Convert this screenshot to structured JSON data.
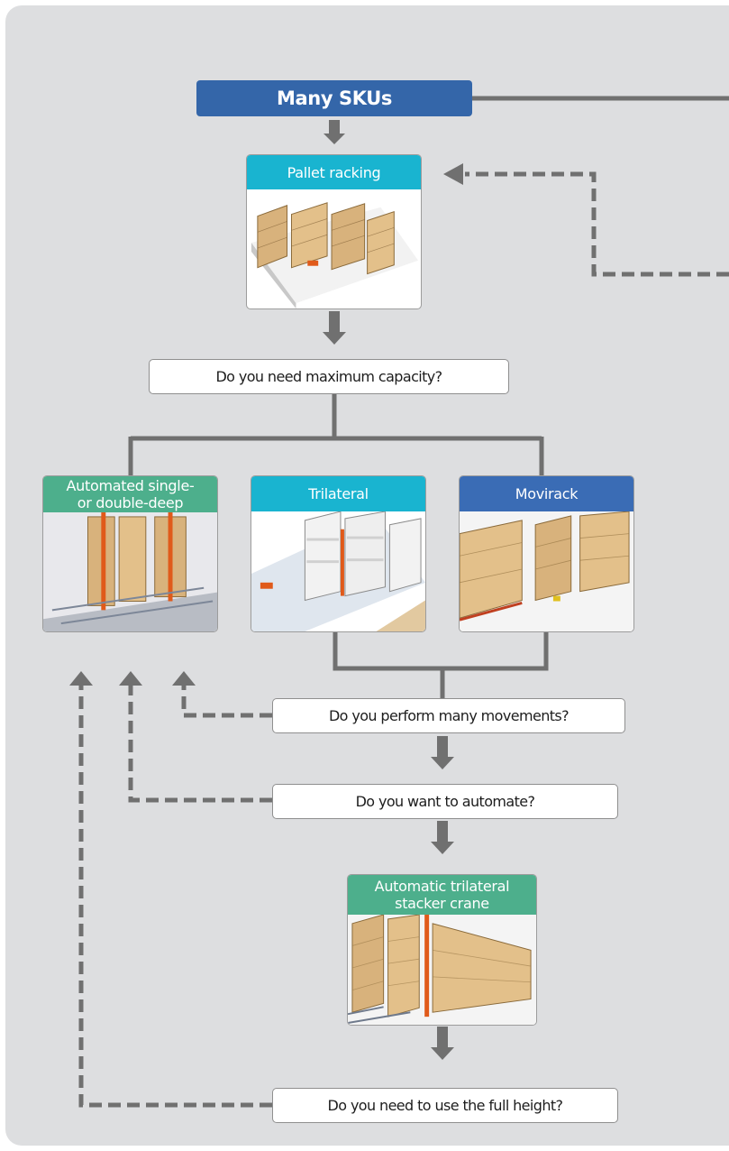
{
  "title": "Many SKUs",
  "colors": {
    "background": "#dddee0",
    "title_box": "#3466a9",
    "cyan_header": "#19b4d0",
    "green_header": "#4daf8c",
    "blue_header": "#3a6cb5",
    "connector": "#707070"
  },
  "cards": {
    "pallet_racking": {
      "label": "Pallet racking",
      "color": "#19b4d0"
    },
    "automated_deep": {
      "label": "Automated single-or double-deep",
      "line1": "Automated single-",
      "line2": "or double-deep",
      "color": "#4daf8c"
    },
    "trilateral": {
      "label": "Trilateral",
      "color": "#19b4d0"
    },
    "movirack": {
      "label": "Movirack",
      "color": "#3a6cb5"
    },
    "auto_trilateral": {
      "label": "Automatic trilateral stacker crane",
      "line1": "Automatic trilateral",
      "line2": "stacker crane",
      "color": "#4daf8c"
    }
  },
  "questions": {
    "capacity": "Do you need maximum capacity?",
    "movements": "Do you perform many movements?",
    "automate": "Do you want to automate?",
    "height": "Do you need to use the full height?"
  }
}
